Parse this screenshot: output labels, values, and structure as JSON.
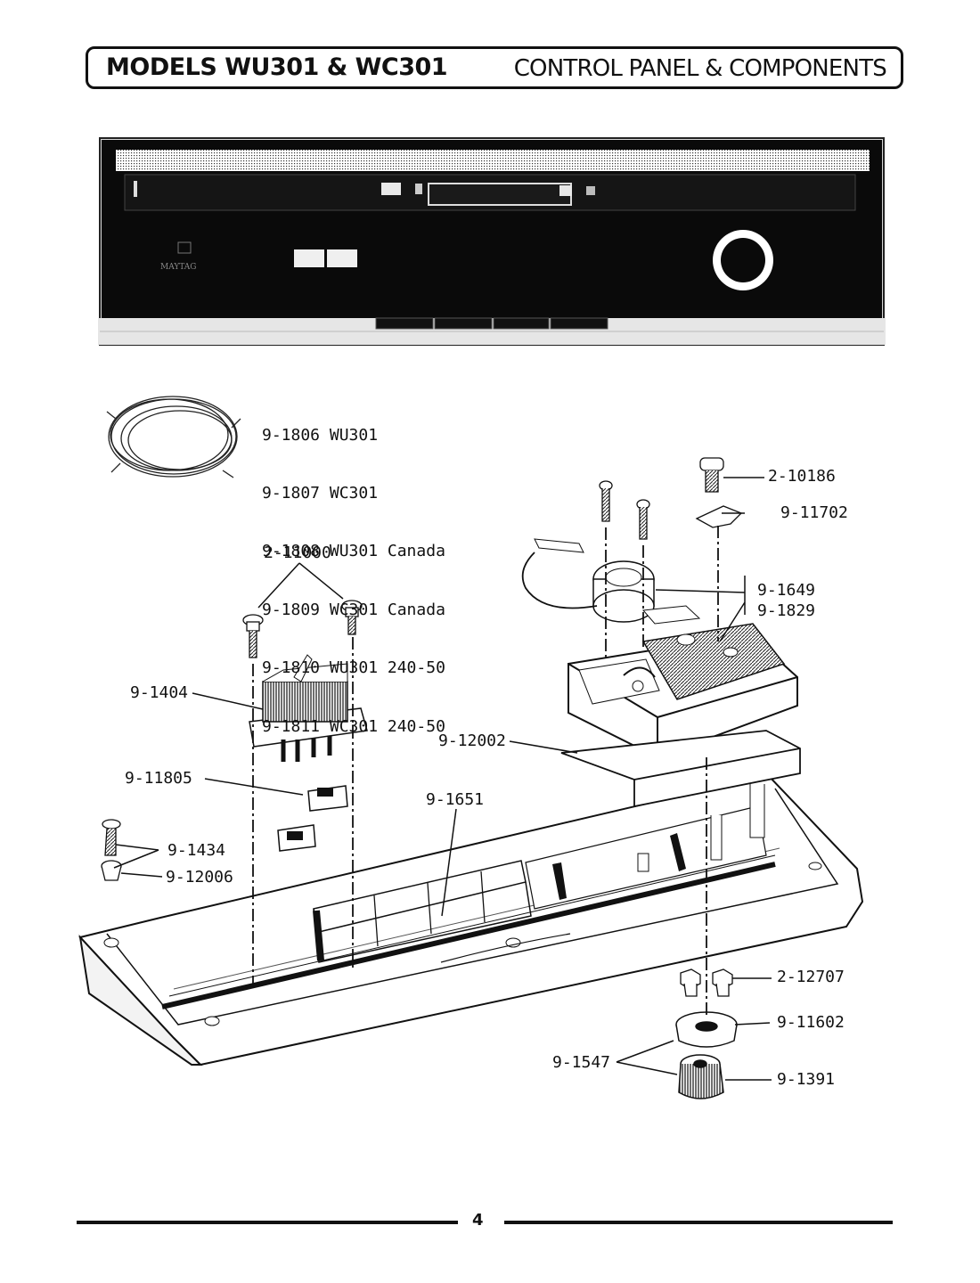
{
  "header": {
    "models": "MODELS WU301 & WC301",
    "section": "CONTROL PANEL & COMPONENTS"
  },
  "panel_brand": "MAYTAG",
  "wiring_harness_list": [
    "9-1806 WU301",
    "9-1807 WC301",
    "9-1808 WU301 Canada",
    "9-1809 WC301 Canada",
    "9-1810 WU301 240-50",
    "9-1811 WC301 240-50"
  ],
  "part_labels": {
    "p2_10186": "2-10186",
    "p9_11702": "9-11702",
    "p2_11000": "2-11000",
    "p9_1649": "9-1649",
    "p9_1829": "9-1829",
    "p9_1404": "9-1404",
    "p9_12002": "9-12002",
    "p9_11805": "9-11805",
    "p9_1651": "9-1651",
    "p9_1434": "9-1434",
    "p9_12006": "9-12006",
    "p2_12707": "2-12707",
    "p9_11602": "9-11602",
    "p9_1547": "9-1547",
    "p9_1391": "9-1391"
  },
  "page_number": "4"
}
